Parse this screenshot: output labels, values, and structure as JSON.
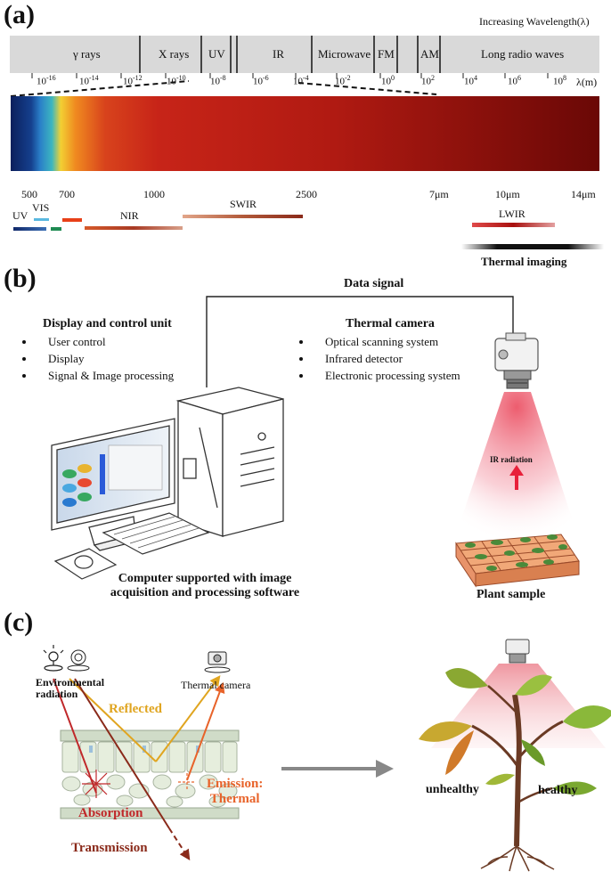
{
  "panel_a": {
    "label": "(a)",
    "increasing": "Increasing Wavelength(λ)",
    "bands": [
      "γ rays",
      "X rays",
      "UV",
      "IR",
      "Microwave",
      "FM",
      "AM",
      "Long radio waves"
    ],
    "scale_ticks": [
      {
        "base": "10",
        "exp": "-16"
      },
      {
        "base": "10",
        "exp": "-14"
      },
      {
        "base": "10",
        "exp": "-12"
      },
      {
        "base": "10",
        "exp": "-10"
      },
      {
        "base": "10",
        "exp": "-8"
      },
      {
        "base": "10",
        "exp": "-6"
      },
      {
        "base": "10",
        "exp": "-4"
      },
      {
        "base": "10",
        "exp": "-2"
      },
      {
        "base": "10",
        "exp": "0"
      },
      {
        "base": "10",
        "exp": "2"
      },
      {
        "base": "10",
        "exp": "4"
      },
      {
        "base": "10",
        "exp": "6"
      },
      {
        "base": "10",
        "exp": "8"
      }
    ],
    "lambda_unit": "λ(m)",
    "wl_labels": [
      "500",
      "700",
      "1000",
      "2500",
      "7μm",
      "10μm",
      "14μm"
    ],
    "sub_bands": [
      "UV",
      "VIS",
      "NIR",
      "SWIR",
      "LWIR"
    ],
    "thermal": "Thermal imaging"
  },
  "panel_b": {
    "label": "(b)",
    "data_signal": "Data signal",
    "display_title": "Display and control unit",
    "display_items": [
      "User control",
      "Display",
      "Signal & Image processing"
    ],
    "camera_title": "Thermal camera",
    "camera_items": [
      "Optical scanning system",
      "Infrared detector",
      "Electronic processing system"
    ],
    "ir_radiation": "IR radiation",
    "computer_caption_1": "Computer supported with image",
    "computer_caption_2": "acquisition and processing software",
    "plant_sample": "Plant sample"
  },
  "panel_c": {
    "label": "(c)",
    "env_1": "Environmental",
    "env_2": "radiation",
    "thermal_camera": "Thermal camera",
    "reflected": "Reflected",
    "emission_1": "Emission:",
    "emission_2": "Thermal",
    "absorption": "Absorption",
    "transmission": "Transmission",
    "unhealthy": "unhealthy",
    "healthy": "healthy"
  },
  "colors": {
    "reflected": "#e0a520",
    "emission": "#e8632a",
    "absorption": "#c0282a",
    "transmission": "#8a2a1a"
  }
}
